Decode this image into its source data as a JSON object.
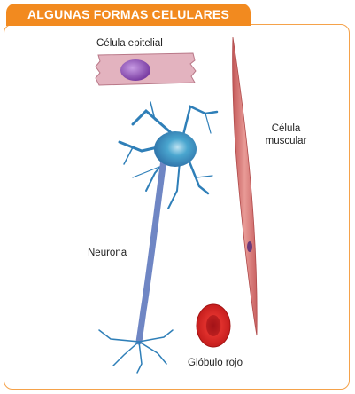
{
  "header": {
    "title": "ALGUNAS FORMAS CELULARES"
  },
  "labels": {
    "epithelial": "Célula epitelial",
    "muscle_line1": "Célula",
    "muscle_line2": "muscular",
    "neuron": "Neurona",
    "red_blood_cell": "Glóbulo rojo"
  },
  "colors": {
    "accent": "#f28a1f",
    "frame_border": "#f5a24a",
    "epithelial": "#e3b3bf",
    "nucleus": "#8d4fb4",
    "neuron": "#3f8fc6",
    "muscle": "#d46a6a",
    "red_cell": "#d81f1f"
  }
}
